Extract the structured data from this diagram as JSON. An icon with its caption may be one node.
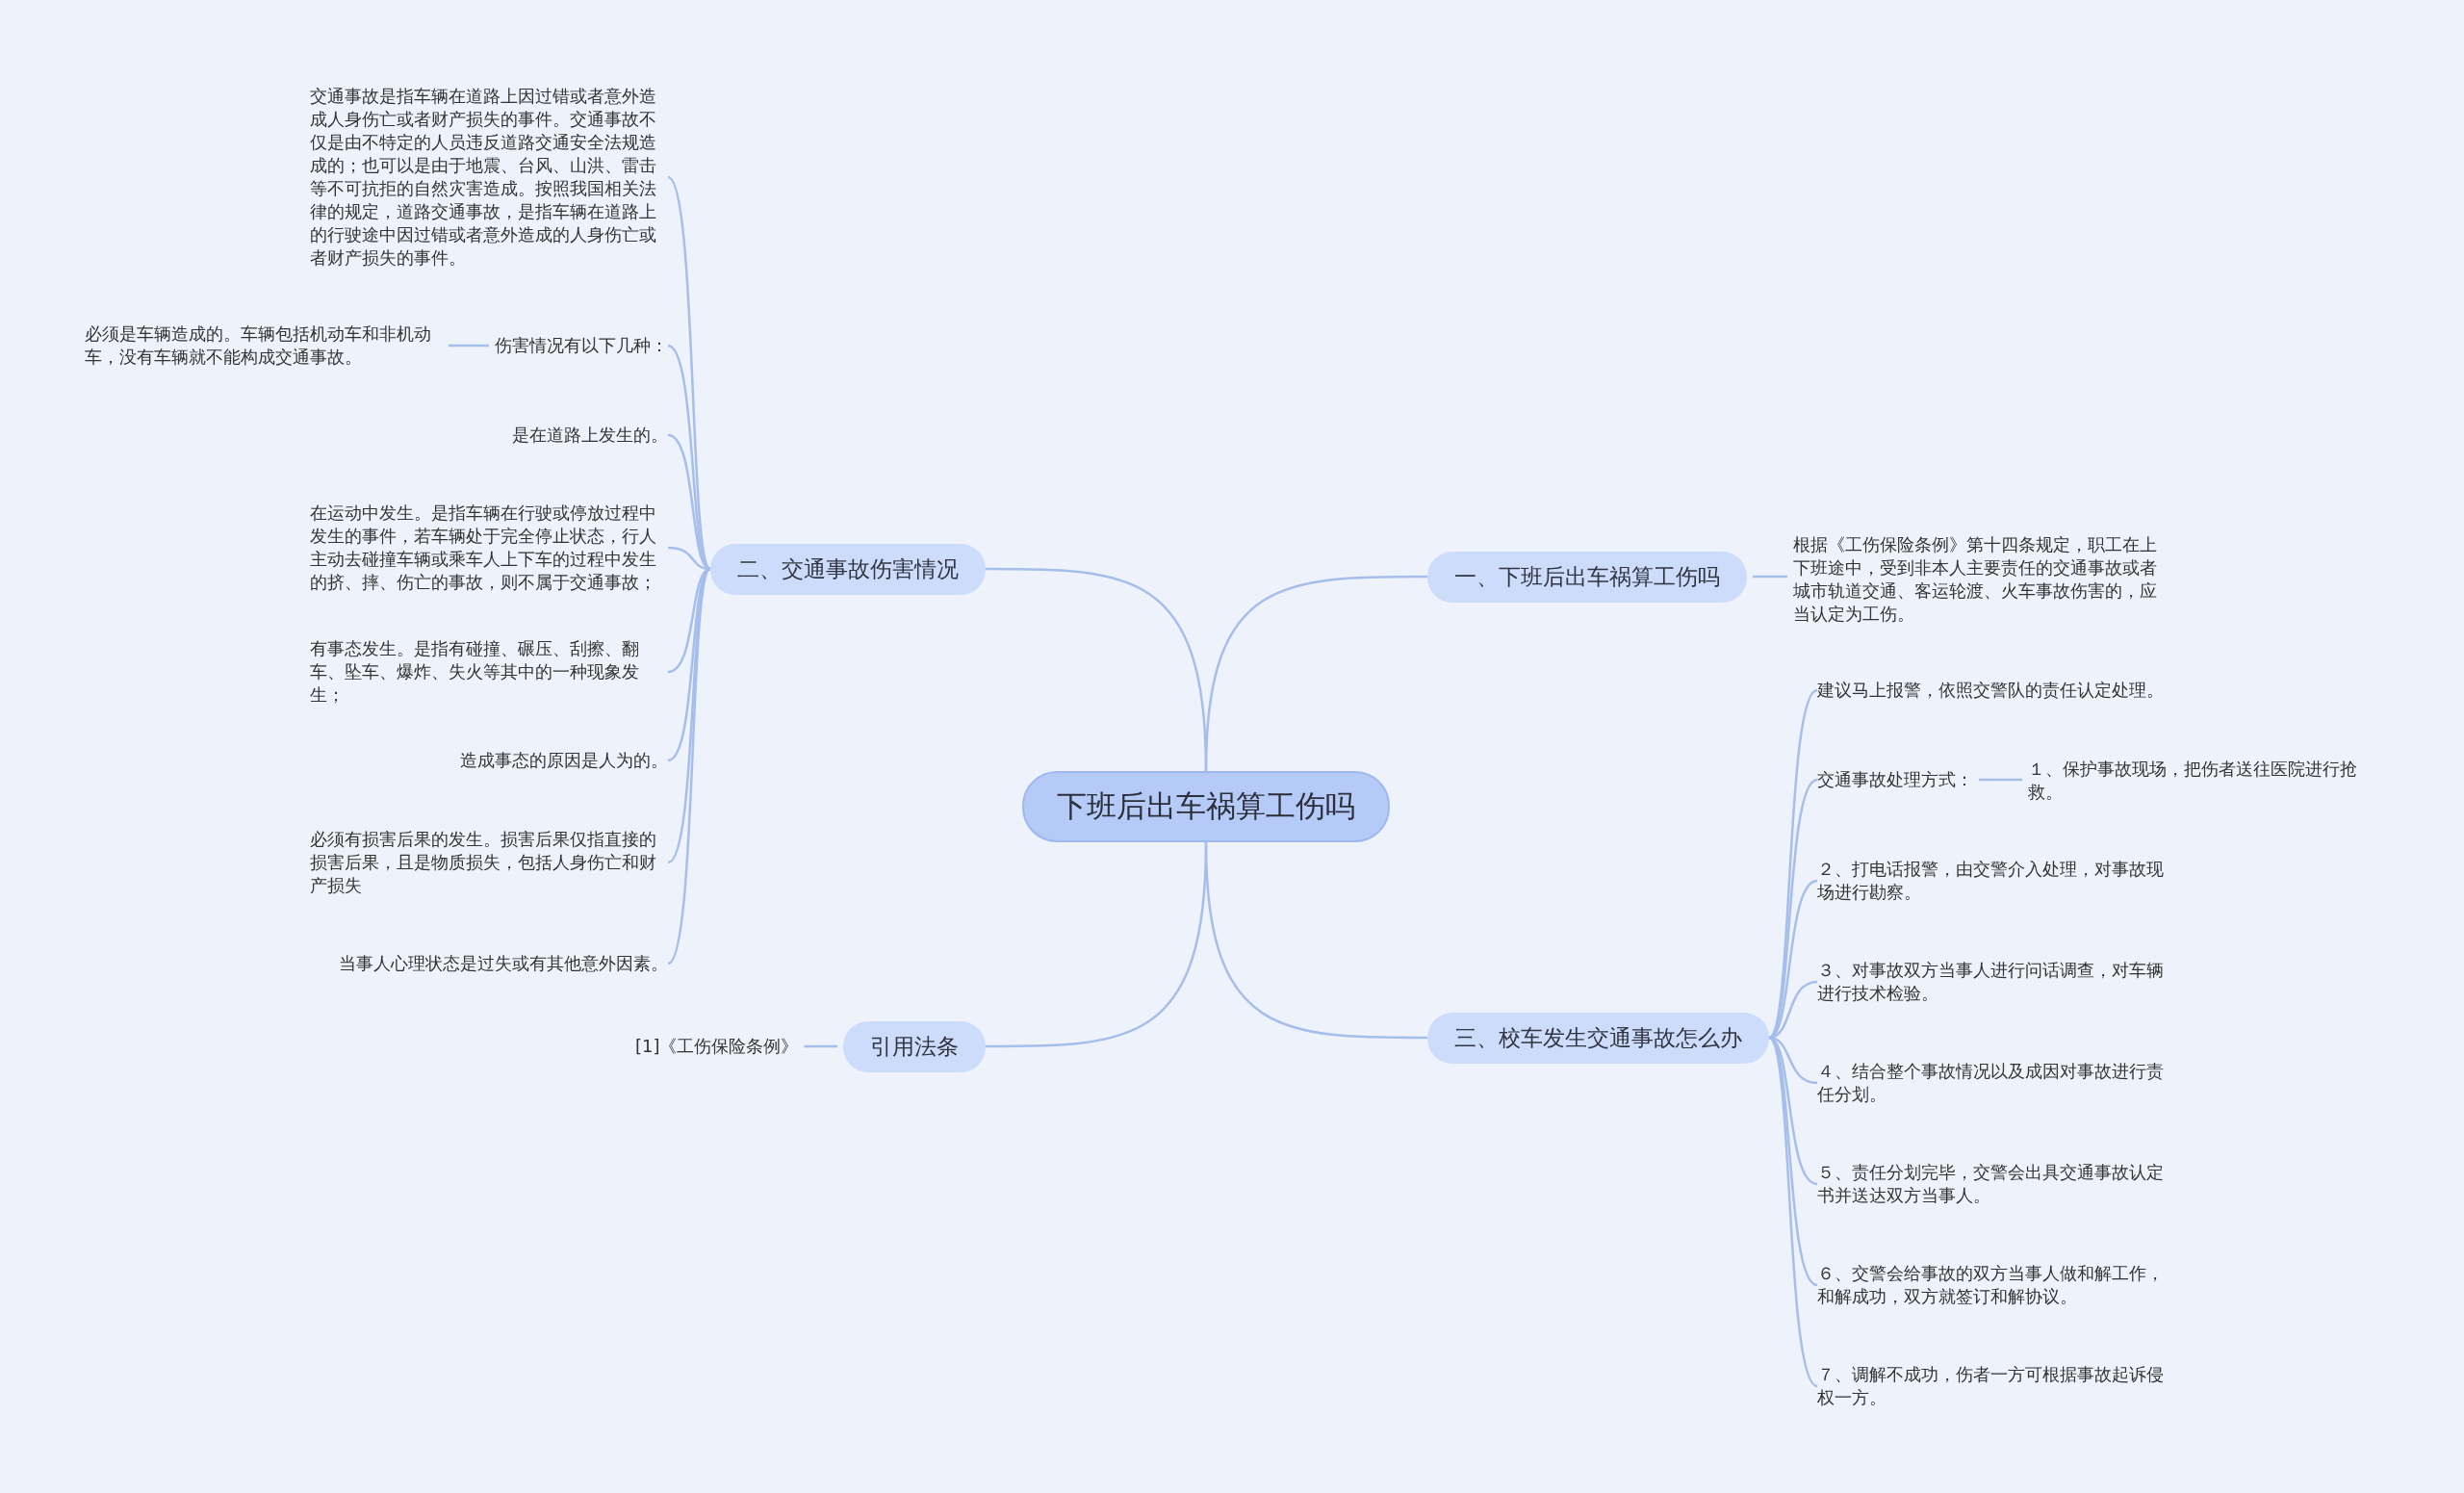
{
  "diagram": {
    "nodes": [
      {
        "text": [
          "下班后出车祸算工伤吗"
        ]
      },
      {
        "text": [
          "一、下班后出车祸算工伤吗"
        ]
      },
      {
        "text": [
          "根据《工伤保险条例》第十四条规定，职工在上下班途中，受到非本人主要责任的交通事故或者城市轨道交通、客运轮渡、火车事故伤害的，应当认定为工伤。"
        ]
      },
      {
        "text": [
          "三、校车发生交通事故怎么办"
        ]
      },
      {
        "text": [
          "建议马上报警，依照交警队的责任认定处理。"
        ]
      },
      {
        "text": [
          "交通事故处理方式："
        ]
      },
      {
        "text": [
          "１、保护事故现场，把伤者送往医院进行抢救。"
        ]
      },
      {
        "text": [
          "２、打电话报警，由交警介入处理，对事故现场进行勘察。"
        ]
      },
      {
        "text": [
          "３、对事故双方当事人进行问话调查，对车辆进行技术检验。"
        ]
      },
      {
        "text": [
          "４、结合整个事故情况以及成因对事故进行责任分划。"
        ]
      },
      {
        "text": [
          "５、责任分划完毕，交警会出具交通事故认定书并送达双方当事人。"
        ]
      },
      {
        "text": [
          "６、交警会给事故的双方当事人做和解工作，和解成功，双方就签订和解协议。"
        ]
      },
      {
        "text": [
          "７、调解不成功，伤者一方可根据事故起诉侵权一方。"
        ]
      },
      {
        "text": [
          "二、交通事故伤害情况"
        ]
      },
      {
        "text": [
          "交通事故是指车辆在道路上因过错或者意外造成人身伤亡或者财产损失的事件。交通事故不仅是由不特定的人员违反道路交通安全法规造成的；也可以是由于地震、台风、山洪、雷击等不可抗拒的自然灾害造成。按照我国相关法律的规定，道路交通事故，是指车辆在道路上的行驶途中因过错或者意外造成的人身伤亡或者财产损失的事件。"
        ]
      },
      {
        "text": [
          "伤害情况有以下几种："
        ]
      },
      {
        "text": [
          "必须是车辆造成的。车辆包括机动车和非机动车，没有车辆就不能构成交通事故。"
        ]
      },
      {
        "text": [
          "是在道路上发生的。"
        ]
      },
      {
        "text": [
          "在运动中发生。是指车辆在行驶或停放过程中发生的事件，若车辆处于完全停止状态，行人主动去碰撞车辆或乘车人上下车的过程中发生的挤、摔、伤亡的事故，则不属于交通事故；"
        ]
      },
      {
        "text": [
          "有事态发生。是指有碰撞、碾压、刮擦、翻车、坠车、爆炸、失火等其中的一种现象发生；"
        ]
      },
      {
        "text": [
          "造成事态的原因是人为的。"
        ]
      },
      {
        "text": [
          "必须有损害后果的发生。损害后果仅指直接的损害后果，且是物质损失，包括人身伤亡和财产损失"
        ]
      },
      {
        "text": [
          "当事人心理状态是过失或有其他意外因素。"
        ]
      },
      {
        "text": [
          "引用法条"
        ]
      },
      {
        "text": [
          "[1]《工伤保险条例》"
        ]
      }
    ],
    "edges": [
      {
        "from": 0,
        "to": 1,
        "arrow": "none"
      },
      {
        "from": 1,
        "to": 2,
        "arrow": "none"
      },
      {
        "from": 0,
        "to": 3,
        "arrow": "none"
      },
      {
        "from": 3,
        "to": 4,
        "arrow": "none"
      },
      {
        "from": 3,
        "to": 5,
        "arrow": "none"
      },
      {
        "from": 5,
        "to": 6,
        "arrow": "none"
      },
      {
        "from": 3,
        "to": 7,
        "arrow": "none"
      },
      {
        "from": 3,
        "to": 8,
        "arrow": "none"
      },
      {
        "from": 3,
        "to": 9,
        "arrow": "none"
      },
      {
        "from": 3,
        "to": 10,
        "arrow": "none"
      },
      {
        "from": 3,
        "to": 11,
        "arrow": "none"
      },
      {
        "from": 3,
        "to": 12,
        "arrow": "none"
      },
      {
        "from": 0,
        "to": 13,
        "arrow": "none"
      },
      {
        "from": 13,
        "to": 14,
        "arrow": "none"
      },
      {
        "from": 13,
        "to": 15,
        "arrow": "none"
      },
      {
        "from": 15,
        "to": 16,
        "arrow": "none"
      },
      {
        "from": 13,
        "to": 17,
        "arrow": "none"
      },
      {
        "from": 13,
        "to": 18,
        "arrow": "none"
      },
      {
        "from": 13,
        "to": 19,
        "arrow": "none"
      },
      {
        "from": 13,
        "to": 20,
        "arrow": "none"
      },
      {
        "from": 13,
        "to": 21,
        "arrow": "none"
      },
      {
        "from": 13,
        "to": 22,
        "arrow": "none"
      },
      {
        "from": 0,
        "to": 23,
        "arrow": "none"
      },
      {
        "from": 23,
        "to": 24,
        "arrow": "none"
      }
    ]
  }
}
